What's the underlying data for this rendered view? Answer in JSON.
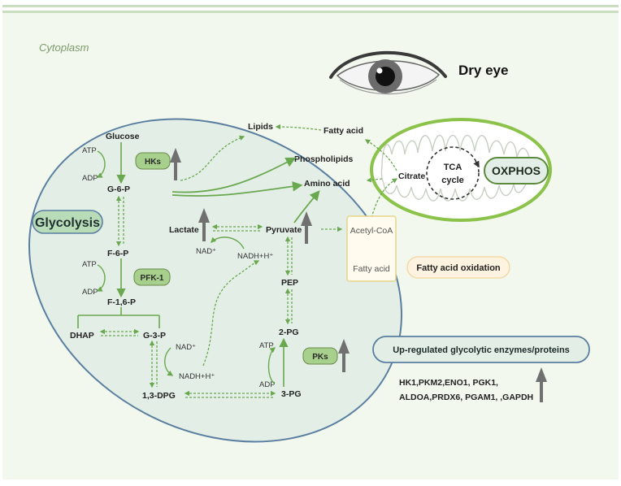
{
  "compartments": {
    "cytoplasm": "Cytoplasm",
    "glycolysis": "Glycolysis",
    "oxphos": "OXPHOS",
    "tca": [
      "TCA",
      "cycle"
    ]
  },
  "condition": "Dry eye",
  "metabolites": {
    "glucose": "Glucose",
    "g6p": "G-6-P",
    "f6p": "F-6-P",
    "f16p": "F-1,6-P",
    "dhap": "DHAP",
    "g3p": "G-3-P",
    "bpg": "1,3-DPG",
    "pg3": "3-PG",
    "pg2": "2-PG",
    "pep": "PEP",
    "pyruvate": "Pyruvate",
    "lactate": "Lactate",
    "lipids": "Lipids",
    "fatty_acid": "Fatty acid",
    "phospholipids": "Phospholipids",
    "amino_acid": "Amino acid",
    "citrate": "Citrate",
    "acetyl_coa": "Acetyl-CoA",
    "fatty_acid_2": "Fatty acid"
  },
  "cofactors": {
    "atp_1": "ATP",
    "adp_1": "ADP",
    "atp_2": "ATP",
    "adp_2": "ADP",
    "atp_3": "ATP",
    "adp_3": "ADP",
    "nad_1": "NAD⁺",
    "nadh_1": "NADH+H⁺",
    "nad_2": "NAD⁺",
    "nadh_2": "NADH+H⁺"
  },
  "enzymes": {
    "hks": "HKs",
    "pfk1": "PFK-1",
    "pks": "PKs"
  },
  "fatty_acid_oxidation": "Fatty acid oxidation",
  "legend": {
    "title": "Up-regulated glycolytic enzymes/proteins",
    "line1": "HK1,PKM2,ENO1, PGK1,",
    "line2": "ALDOA,PRDX6, PGAM1, ,GAPDH"
  },
  "colors": {
    "green": "#6aa84f",
    "green_dark": "#4a7d3a",
    "cell_fill": "#e3efe6",
    "cell_stroke": "#5a7fa0",
    "mito": "#8bc34a",
    "up_arrow": "#707070"
  }
}
